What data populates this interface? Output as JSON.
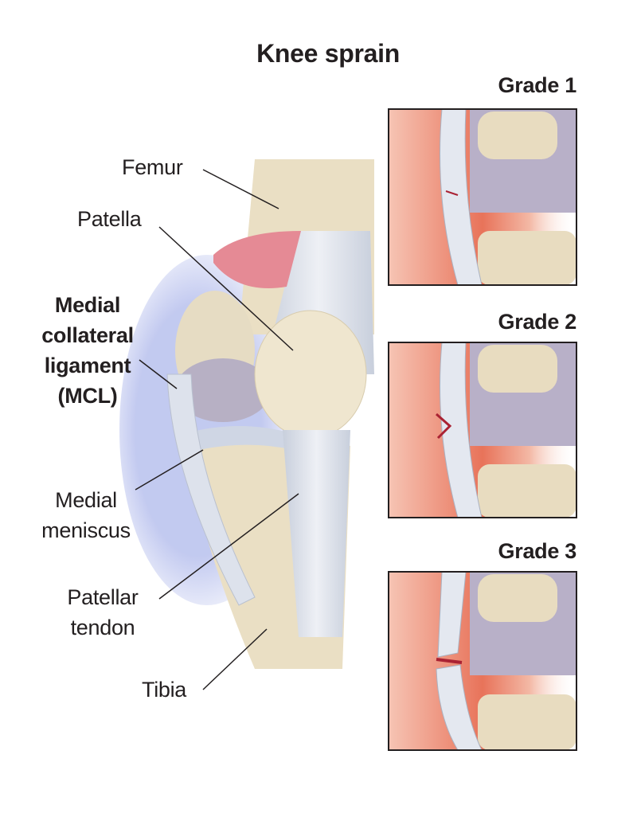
{
  "title": "Knee sprain",
  "labels": {
    "femur": "Femur",
    "patella": "Patella",
    "mcl": [
      "Medial",
      "collateral",
      "ligament",
      "(MCL)"
    ],
    "meniscus": [
      "Medial",
      "meniscus"
    ],
    "tendon": [
      "Patellar",
      "tendon"
    ],
    "tibia": "Tibia"
  },
  "grades": [
    "Grade 1",
    "Grade 2",
    "Grade 3"
  ],
  "colors": {
    "bone": "#eadfc4",
    "ligament": "#dfe3ec",
    "inflammation": "#e8735a",
    "glow": "#9aa6e6",
    "text": "#231f20"
  }
}
